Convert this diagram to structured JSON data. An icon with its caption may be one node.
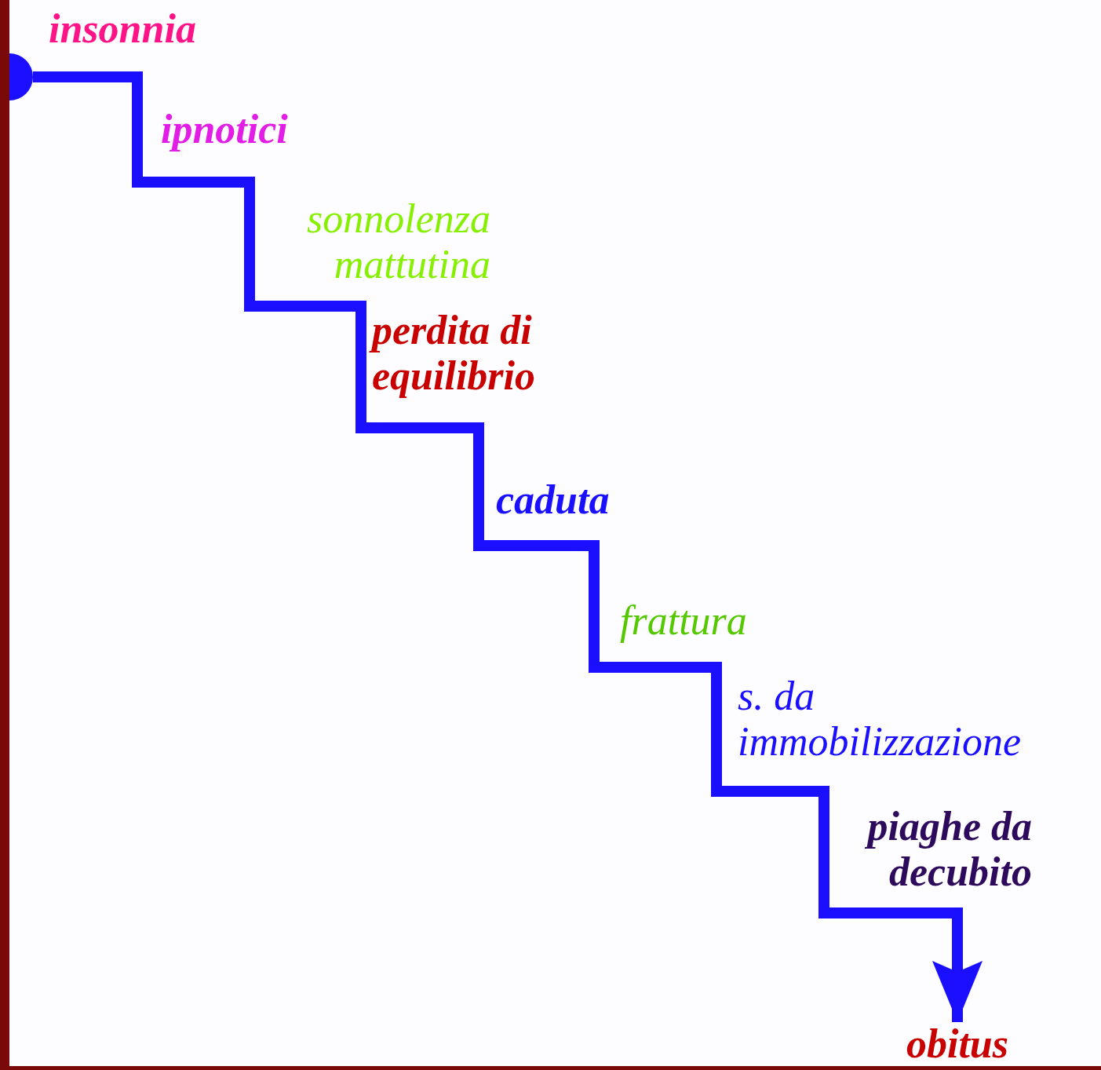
{
  "diagram": {
    "nodes": [
      {
        "text": [],
        "shape": "circle"
      },
      {
        "text": [
          "obitus"
        ]
      }
    ],
    "edges": [
      {
        "from": 0,
        "to": 1,
        "arrow": "to"
      }
    ],
    "labels": [
      "insonnia",
      "ipnotici",
      "sonnolenza mattutina",
      "perdita di equilibrio",
      "caduta",
      "frattura",
      "s. da immobilizzazione",
      "piaghe da decubito"
    ]
  }
}
